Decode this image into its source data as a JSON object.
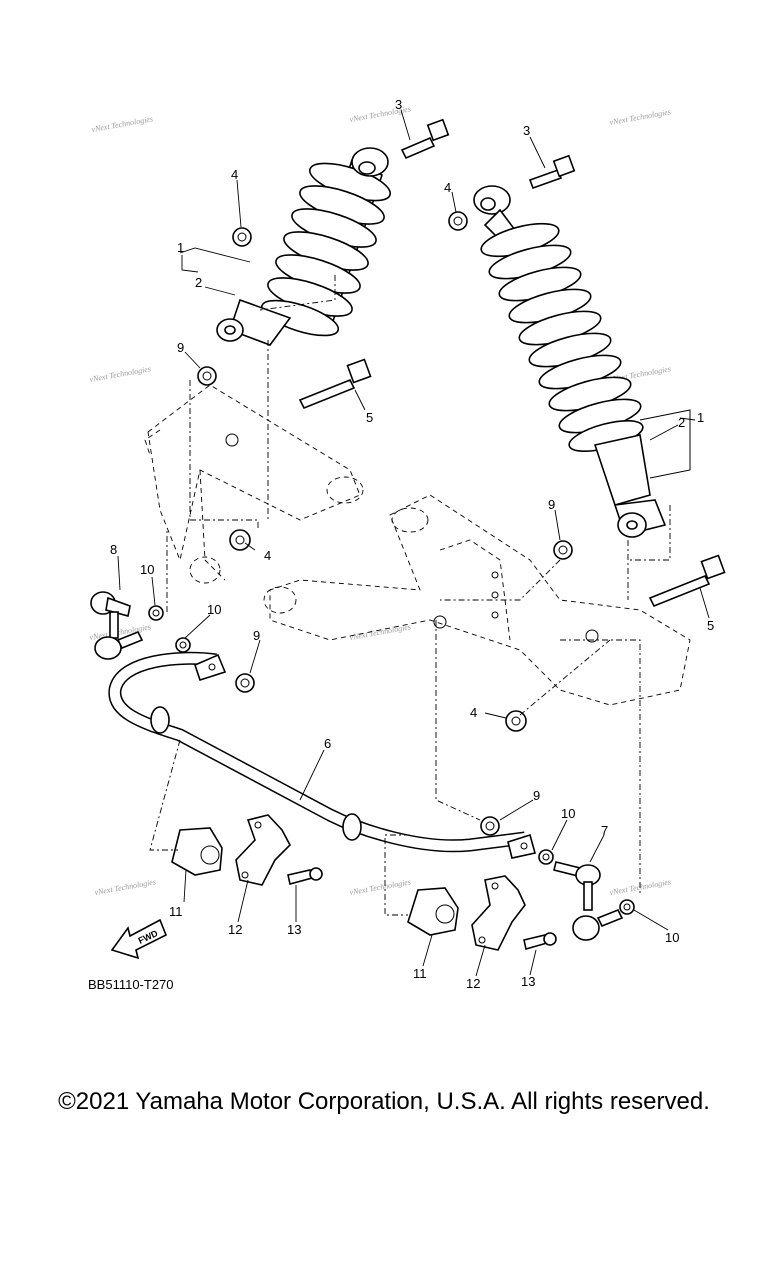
{
  "watermark_text": "vNext Technologies",
  "reference_code": "BB51110-T270",
  "fwd_label": "FWD",
  "copyright": "©2021 Yamaha Motor Corporation, U.S.A. All rights reserved.",
  "callouts": {
    "c1a": "1",
    "c2a": "2",
    "c3a": "3",
    "c4a": "4",
    "c9a": "9",
    "c5a": "5",
    "c3b": "3",
    "c4b": "4",
    "c1b": "1",
    "c2b": "2",
    "c9b": "9",
    "c5b": "5",
    "c8": "8",
    "c10a": "10",
    "c10b": "10",
    "c9c": "9",
    "c4c": "4",
    "c4d": "4",
    "c6": "6",
    "c9d": "9",
    "c10c": "10",
    "c7": "7",
    "c10d": "10",
    "c11a": "11",
    "c12a": "12",
    "c13a": "13",
    "c11b": "11",
    "c12b": "12",
    "c13b": "13"
  }
}
